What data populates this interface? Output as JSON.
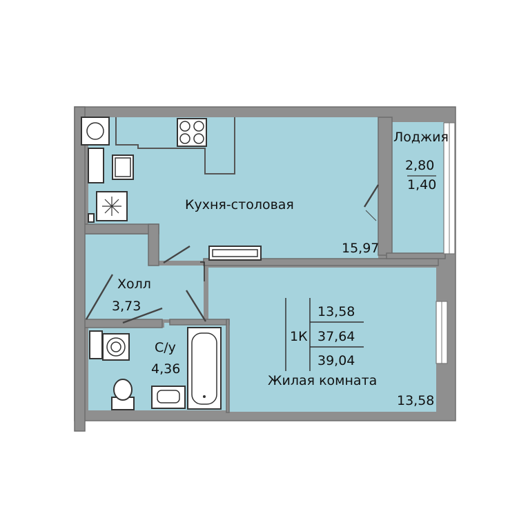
{
  "rooms": {
    "loggia": {
      "name": "Лоджия",
      "area_total": "2,80",
      "area_reduced": "1,40"
    },
    "kitchen": {
      "name": "Кухня-столовая",
      "area": "15,97"
    },
    "hall": {
      "name": "Холл",
      "area": "3,73"
    },
    "bathroom": {
      "name": "С/у",
      "area": "4,36"
    },
    "living": {
      "name": "Жилая комната",
      "area": "13,58"
    }
  },
  "summary": {
    "type": "1К",
    "living_area": "13,58",
    "total_area": "37,64",
    "total_with_loggia": "39,04"
  },
  "colors": {
    "room_fill": "#a6d3dd",
    "wall": "#8f8f8f",
    "background": "#ffffff"
  }
}
